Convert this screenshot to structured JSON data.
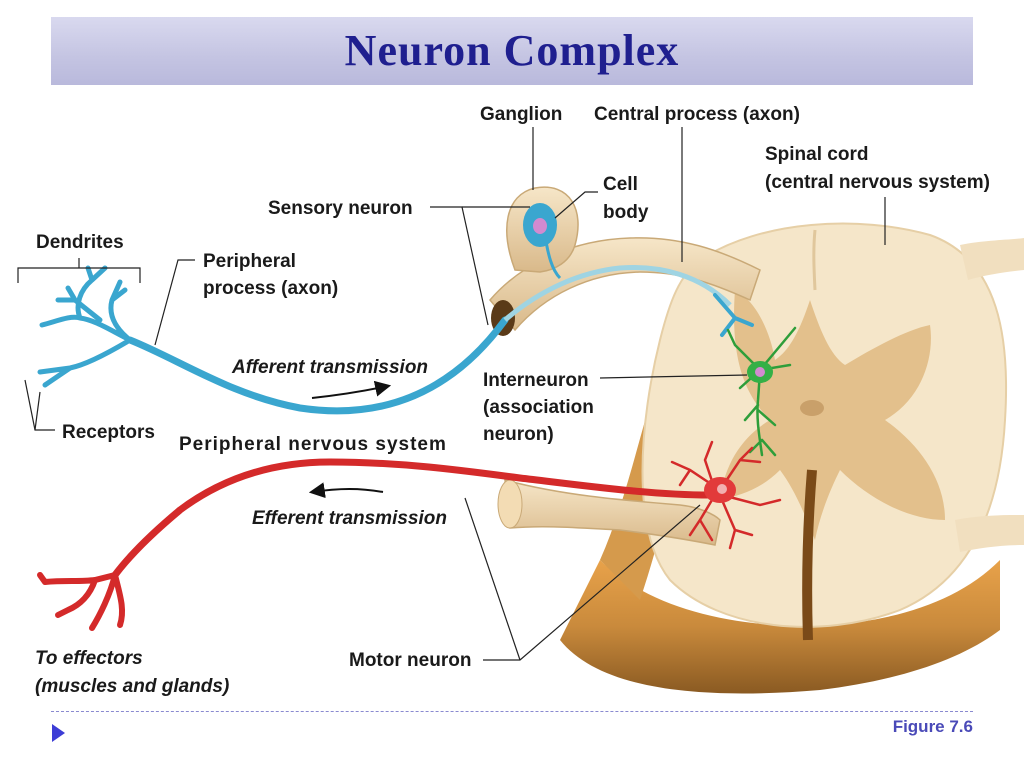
{
  "slide": {
    "title": "Neuron Complex",
    "figure_ref": "Figure 7.6"
  },
  "labels": {
    "ganglion": "Ganglion",
    "central_process": "Central process (axon)",
    "spinal_cord_1": "Spinal cord",
    "spinal_cord_2": "(central nervous system)",
    "cell_1": "Cell",
    "cell_2": "body",
    "sensory_neuron": "Sensory neuron",
    "dendrites": "Dendrites",
    "peripheral_process_1": "Peripheral",
    "peripheral_process_2": "process (axon)",
    "afferent": "Afferent  transmission",
    "interneuron_1": "Interneuron",
    "interneuron_2": "(association",
    "interneuron_3": "neuron)",
    "receptors": "Receptors",
    "pns": "Peripheral nervous system",
    "efferent": "Efferent  transmission",
    "to_effectors_1": "To  effectors",
    "to_effectors_2": "(muscles  and  glands)",
    "motor_neuron": "Motor neuron"
  },
  "colors": {
    "sensory": "#3aa6cf",
    "motor": "#d42a2a",
    "interneuron": "#2e9e3a",
    "cord_white_matter": "#f3e3c6",
    "cord_gray_matter": "#e2c08e",
    "nerve_sheath": "#eed9b4",
    "title_text": "#1f1f8f"
  }
}
